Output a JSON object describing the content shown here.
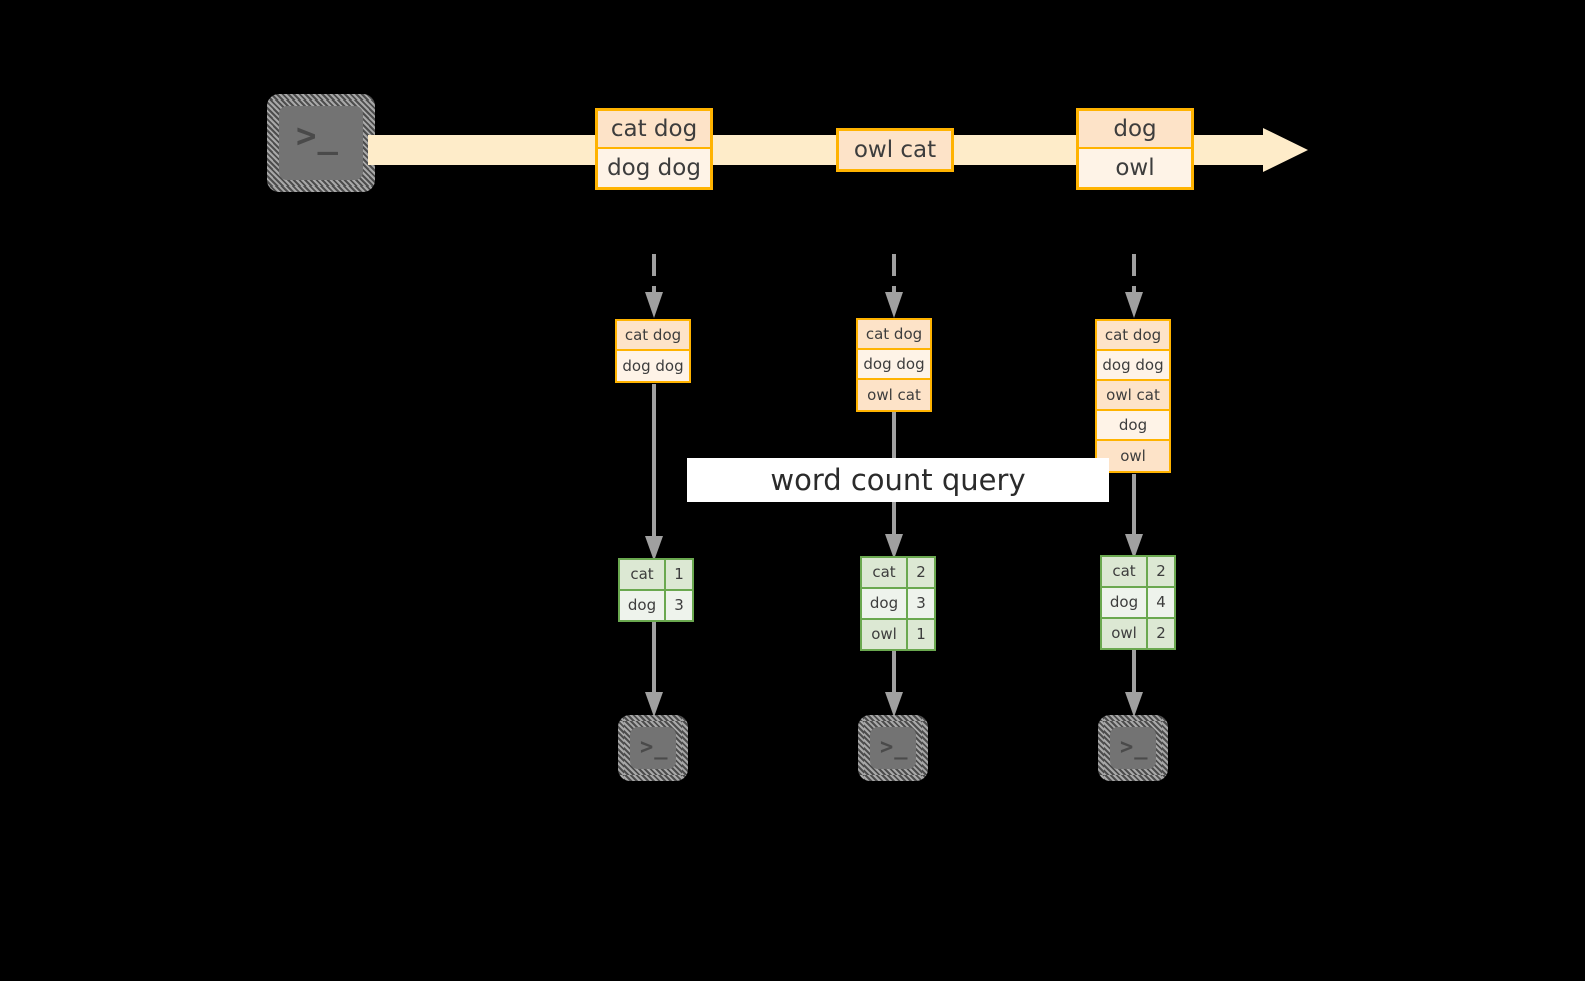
{
  "diagram": {
    "title": "word count query stream diagram",
    "colors": {
      "background": "#000000",
      "stream_fill": "#feecc9",
      "event_border": "#ffb300",
      "event_fill_dark": "#fde3c8",
      "event_fill_light": "#fef3e7",
      "result_border": "#6aa84f",
      "result_fill_dark": "#dce8d3",
      "result_fill_light": "#eef3ec",
      "arrow_gray": "#a0a0a0",
      "terminal_gray": "#737373",
      "label_background": "#ffffff",
      "text": "#3d3d3d"
    },
    "query_label": "word count query",
    "source_terminal": {
      "glyph": ">_",
      "name": "producer-terminal"
    },
    "stream": {
      "events": [
        {
          "lines": [
            "cat dog",
            "dog dog"
          ]
        },
        {
          "lines": [
            "owl cat"
          ]
        },
        {
          "lines": [
            "dog",
            "owl"
          ]
        }
      ]
    },
    "snapshots": [
      {
        "state": [
          "cat dog",
          "dog dog"
        ],
        "result": {
          "rows": [
            {
              "word": "cat",
              "count": "1"
            },
            {
              "word": "dog",
              "count": "3"
            }
          ]
        },
        "sink_terminal": {
          "glyph": ">_"
        }
      },
      {
        "state": [
          "cat dog",
          "dog dog",
          "owl cat"
        ],
        "result": {
          "rows": [
            {
              "word": "cat",
              "count": "2"
            },
            {
              "word": "dog",
              "count": "3"
            },
            {
              "word": "owl",
              "count": "1"
            }
          ]
        },
        "sink_terminal": {
          "glyph": ">_"
        }
      },
      {
        "state": [
          "cat dog",
          "dog dog",
          "owl cat",
          "dog",
          "owl"
        ],
        "result": {
          "rows": [
            {
              "word": "cat",
              "count": "2"
            },
            {
              "word": "dog",
              "count": "4"
            },
            {
              "word": "owl",
              "count": "2"
            }
          ]
        },
        "sink_terminal": {
          "glyph": ">_"
        }
      }
    ]
  }
}
